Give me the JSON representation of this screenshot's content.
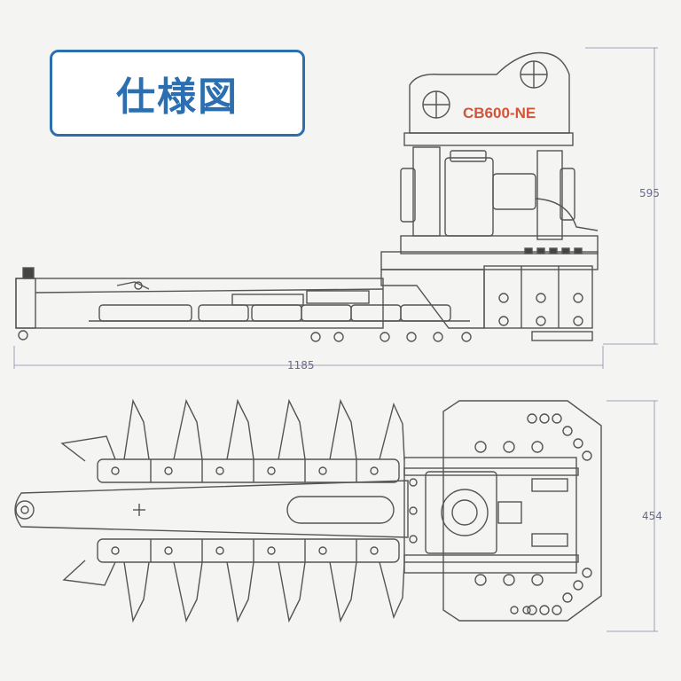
{
  "title": "仕様図",
  "model_label": "CB600-NE",
  "dimensions": {
    "height": "595",
    "length": "1185",
    "width": "454"
  },
  "colors": {
    "title_accent": "#2b6fb0",
    "model_label": "#d2553a",
    "line": "#555555",
    "dimension": "#6a6a8a"
  }
}
